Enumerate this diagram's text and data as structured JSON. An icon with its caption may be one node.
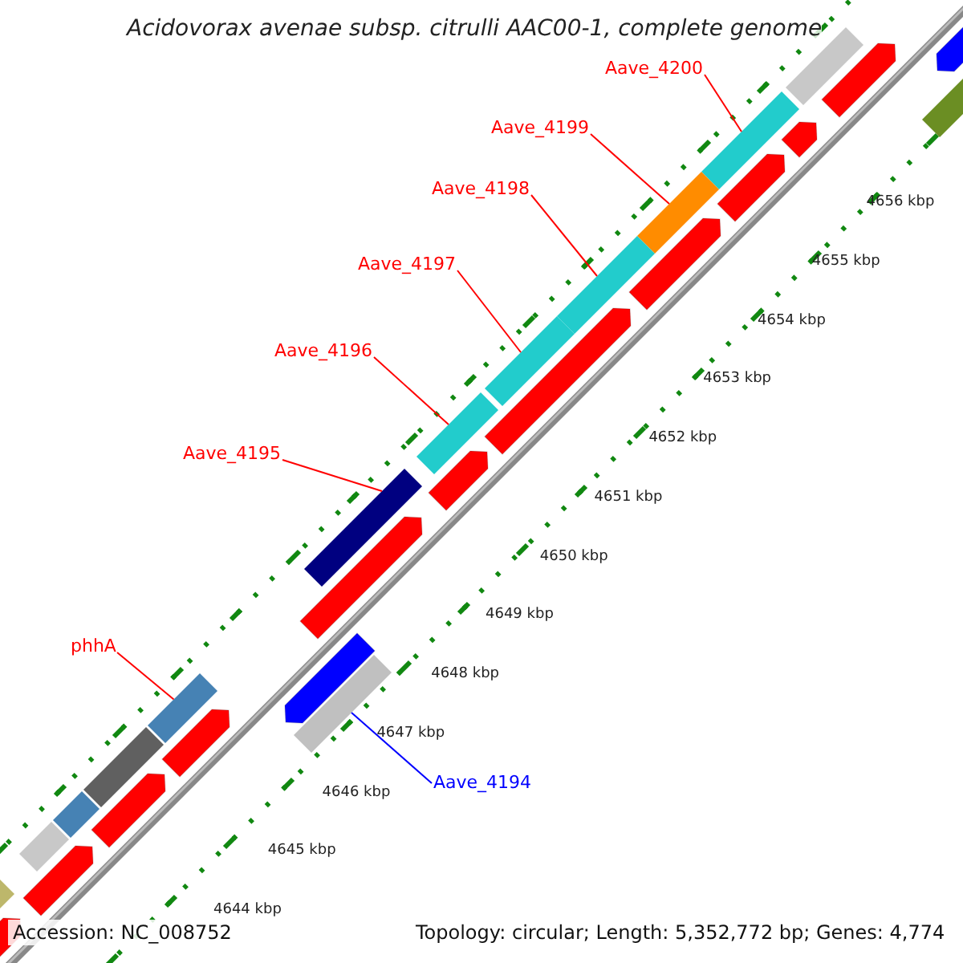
{
  "diagram": {
    "title": "Acidovorax avenae subsp. citrulli AAC00-1, complete genome",
    "nodes": [
      {
        "text": [
          "Aave_4200"
        ]
      },
      {
        "text": [
          "Aave_4199"
        ]
      },
      {
        "text": [
          "Aave_4198"
        ]
      },
      {
        "text": [
          "Aave_4197"
        ]
      },
      {
        "text": [
          "Aave_4196"
        ]
      },
      {
        "text": [
          "Aave_4195"
        ]
      },
      {
        "text": [
          "phhA"
        ]
      },
      {
        "text": [
          "Aave_4194"
        ]
      },
      {
        "text": [],
        "shape": "bar"
      },
      {
        "text": [],
        "shape": "bar"
      },
      {
        "text": [],
        "shape": "bar"
      },
      {
        "text": [],
        "shape": "bar"
      },
      {
        "text": [],
        "shape": "bar"
      },
      {
        "text": [],
        "shape": "bar"
      },
      {
        "text": [],
        "shape": "bar"
      },
      {
        "text": [],
        "shape": "bar"
      },
      {
        "text": [],
        "shape": "arrow"
      }
    ],
    "edges": [
      {
        "from": 0,
        "to": 8,
        "arrow": "none"
      },
      {
        "from": 1,
        "to": 9,
        "arrow": "none"
      },
      {
        "from": 2,
        "to": 10,
        "arrow": "none"
      },
      {
        "from": 3,
        "to": 11,
        "arrow": "none"
      },
      {
        "from": 4,
        "to": 12,
        "arrow": "none"
      },
      {
        "from": 5,
        "to": 13,
        "arrow": "none"
      },
      {
        "from": 6,
        "to": 14,
        "arrow": "none"
      },
      {
        "from": 7,
        "to": 15,
        "arrow": "none",
        "color": "#0000ff"
      }
    ],
    "labels": [
      "4656 kbp",
      "4655 kbp",
      "4654 kbp",
      "4653 kbp",
      "4652 kbp",
      "4651 kbp",
      "4650 kbp",
      "4649 kbp",
      "4648 kbp",
      "4647 kbp",
      "4646 kbp",
      "4645 kbp",
      "4644 kbp",
      "Accession: NC_008752",
      "Topology: circular; Length: 5,352,772 bp; Genes: 4,774"
    ]
  }
}
